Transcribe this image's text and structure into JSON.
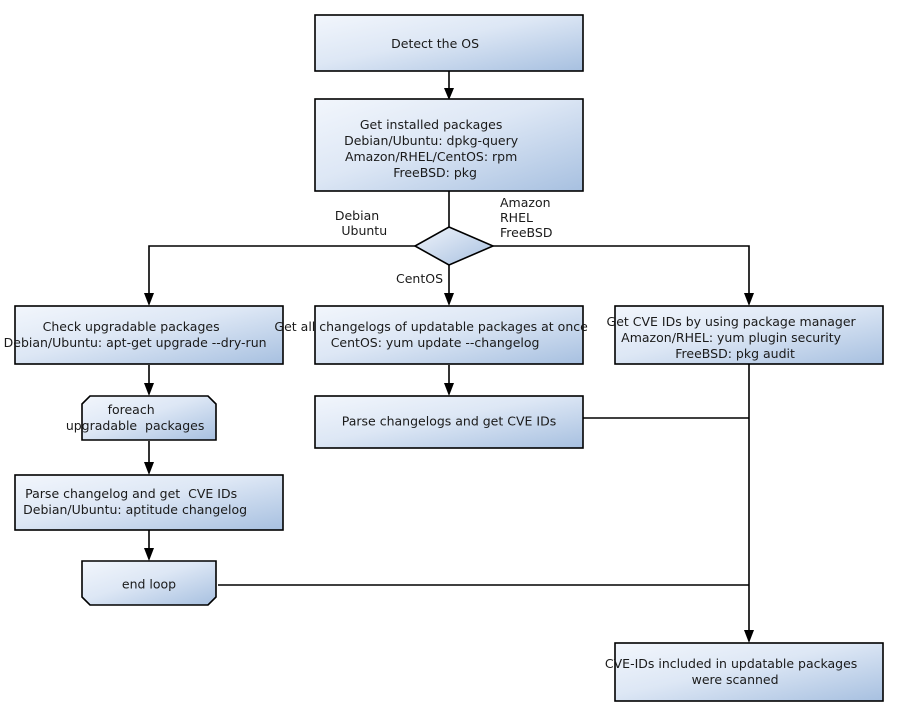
{
  "diagram": {
    "title": "Vuls scan flow",
    "colors": {
      "fill_light": "#eef2f9",
      "fill_dark": "#a7c0e0",
      "stroke": "#000000",
      "text": "#1a1a1a",
      "background": "#ffffff"
    },
    "nodes": {
      "detect_os": {
        "shape": "rect",
        "lines": [
          "Detect the OS"
        ]
      },
      "get_installed_packages": {
        "shape": "rect",
        "lines": [
          "Get installed packages",
          "Debian/Ubuntu: dpkg-query",
          "Amazon/RHEL/CentOS: rpm",
          "FreeBSD: pkg"
        ]
      },
      "os_decision": {
        "shape": "diamond",
        "lines": []
      },
      "check_upgradable": {
        "shape": "rect",
        "lines": [
          "Check upgradable packages",
          "Debian/Ubuntu: apt-get upgrade --dry-run"
        ]
      },
      "foreach_loop": {
        "shape": "loop-start",
        "lines": [
          "foreach",
          "upgradable  packages"
        ]
      },
      "parse_changelog_deb": {
        "shape": "rect",
        "lines": [
          "Parse changelog and get  CVE IDs",
          "Debian/Ubuntu: aptitude changelog"
        ]
      },
      "end_loop": {
        "shape": "loop-end",
        "lines": [
          "end loop"
        ]
      },
      "get_all_changelogs": {
        "shape": "rect",
        "lines": [
          "Get all changelogs of updatable packages at once",
          "CentOS: yum update --changelog"
        ]
      },
      "parse_changelogs_centos": {
        "shape": "rect",
        "lines": [
          "Parse changelogs and get CVE IDs"
        ]
      },
      "get_cve_pkgmgr": {
        "shape": "rect",
        "lines": [
          "Get CVE IDs by using package manager",
          "Amazon/RHEL: yum plugin security",
          "FreeBSD: pkg audit"
        ]
      },
      "scanned_result": {
        "shape": "rect",
        "lines": [
          "CVE-IDs included in updatable packages",
          "were scanned"
        ]
      }
    },
    "edge_labels": {
      "left_branch": [
        "Debian",
        "Ubuntu"
      ],
      "right_branch": [
        "Amazon",
        "RHEL",
        "FreeBSD"
      ],
      "center_branch": [
        "CentOS"
      ]
    }
  }
}
